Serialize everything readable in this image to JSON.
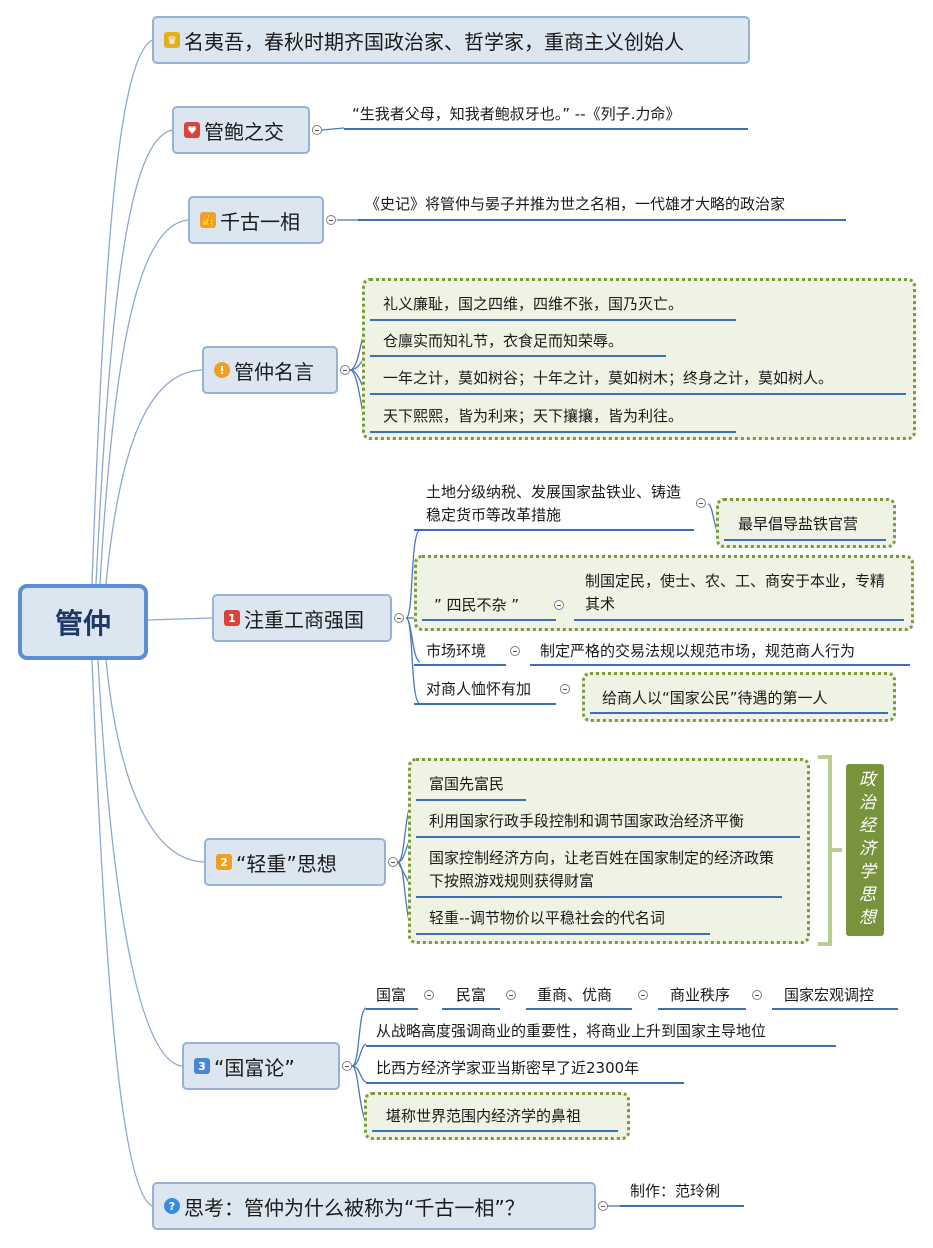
{
  "central": "管仲",
  "topics": {
    "intro": "名夷吾，春秋时期齐国政治家、哲学家，重商主义创始人",
    "friendship": "管鲍之交",
    "chancellor": "千古一相",
    "quotes": "管仲名言",
    "commerce": "注重工商强国",
    "qingzhong": "“轻重”思想",
    "guofu": "“国富论”",
    "think": "思考：管仲为什么被称为“千古一相”？"
  },
  "icons": {
    "intro": "trophy-icon",
    "friendship": "heart-icon",
    "chancellor": "thumbs-up-icon",
    "quotes": "exclamation-icon",
    "commerce": "priority-1-icon",
    "qingzhong": "priority-2-icon",
    "guofu": "priority-3-icon",
    "think": "question-icon"
  },
  "priority_numbers": {
    "commerce": "1",
    "qingzhong": "2",
    "guofu": "3"
  },
  "friendship_quote": "“生我者父母，知我者鲍叔牙也。” --《列子.力命》",
  "chancellor_note": "《史记》将管仲与晏子并推为世之名相，一代雄才大略的政治家",
  "quotes": [
    "礼义廉耻，国之四维，四维不张，国乃灭亡。",
    "仓廪实而知礼节，衣食足而知荣辱。",
    "一年之计，莫如树谷；十年之计，莫如树木；终身之计，莫如树人。",
    "天下熙熙，皆为利来；天下攘攘，皆为利往。"
  ],
  "commerce": {
    "reform": "土地分级纳税、发展国家盐铁业、铸造稳定货币等改革措施",
    "reform_note": "最早倡导盐铁官营",
    "simin": "” 四民不杂 ”",
    "simin_note": "制国定民，使士、农、工、商安于本业，专精其术",
    "market": "市场环境",
    "market_note": "制定严格的交易法规以规范市场，规范商人行为",
    "merchant": "对商人恤怀有加",
    "merchant_note": "给商人以“国家公民”待遇的第一人"
  },
  "qingzhong": [
    "富国先富民",
    "利用国家行政手段控制和调节国家政治经济平衡",
    "国家控制经济方向，让老百姓在国家制定的经济政策下按照游戏规则获得财富",
    "轻重--调节物价以平稳社会的代名词"
  ],
  "econ_label": "政治经济学思想",
  "guofu": {
    "chain": [
      "国富",
      "民富",
      "重商、优商",
      "商业秩序",
      "国家宏观调控"
    ],
    "point1": "从战略高度强调商业的重要性，将商业上升到国家主导地位",
    "point2": "比西方经济学家亚当斯密早了近2300年",
    "point3": "堪称世界范围内经济学的鼻祖"
  },
  "author": "制作：范玲俐",
  "colors": {
    "topic_fill": "#dce6f1",
    "topic_border": "#95b3d7",
    "central_border": "#5b8fd1",
    "dotted_border": "#7a9a3d",
    "dotted_fill": "#eef3e3",
    "econ_tag": "#77933c",
    "connector": "#8fa9cc"
  }
}
